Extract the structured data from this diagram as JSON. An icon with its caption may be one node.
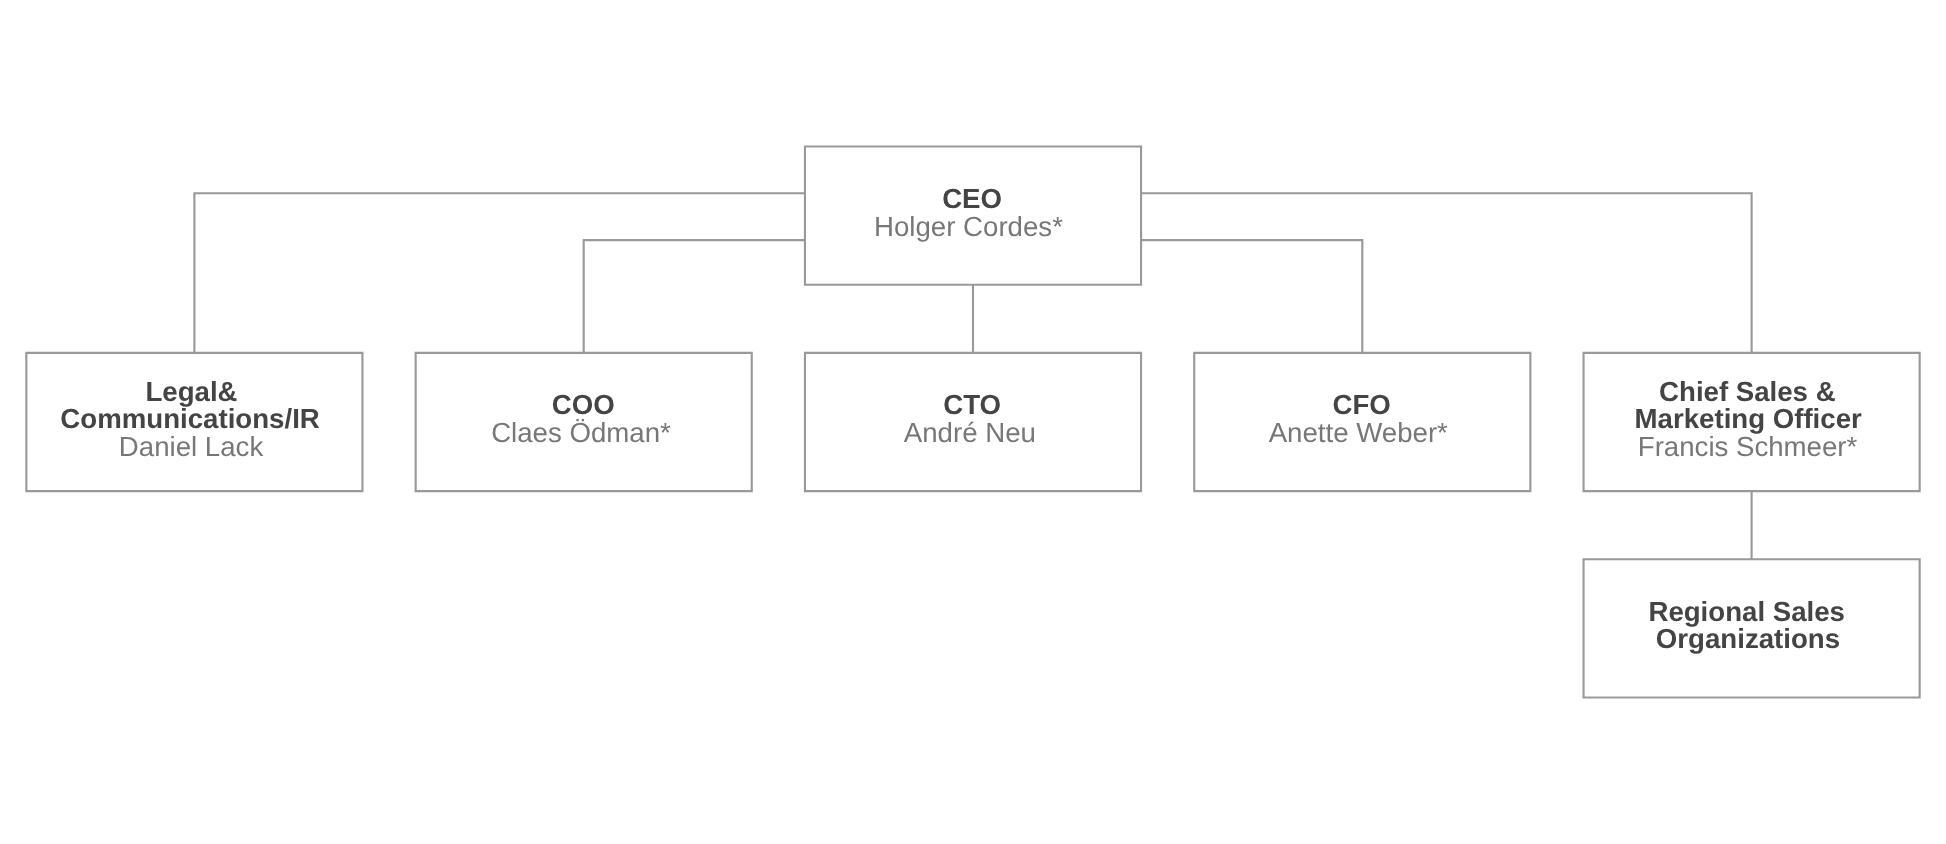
{
  "diagram": {
    "nodes": [
      {
        "text": [
          "CEO",
          "Holger Cordes*"
        ]
      },
      {
        "text": [
          "Legal& Communications/IR",
          "Daniel Lack"
        ]
      },
      {
        "text": [
          "COO",
          "Claes Ödman*"
        ]
      },
      {
        "text": [
          "CTO",
          "André Neu"
        ]
      },
      {
        "text": [
          "CFO",
          "Anette Weber*"
        ]
      },
      {
        "text": [
          "Chief Sales & Marketing Officer",
          "Francis Schmeer*"
        ]
      },
      {
        "text": [
          "Regional Sales Organizations"
        ]
      }
    ],
    "edges": [
      {
        "from": 0,
        "to": 1,
        "arrow": "none"
      },
      {
        "from": 0,
        "to": 2,
        "arrow": "none"
      },
      {
        "from": 0,
        "to": 3,
        "arrow": "none"
      },
      {
        "from": 0,
        "to": 4,
        "arrow": "none"
      },
      {
        "from": 0,
        "to": 5,
        "arrow": "none"
      },
      {
        "from": 5,
        "to": 6,
        "arrow": "none"
      }
    ]
  }
}
